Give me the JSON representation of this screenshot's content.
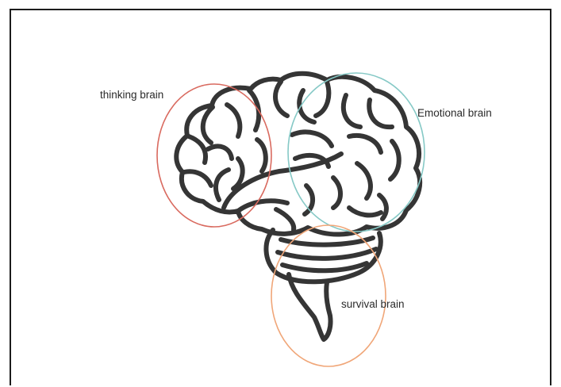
{
  "regions": {
    "thinking": {
      "label": "thinking brain",
      "color": "#d96a5f"
    },
    "emotional": {
      "label": "Emotional brain",
      "color": "#86c9c6"
    },
    "survival": {
      "label": "survival brain",
      "color": "#f0a678"
    }
  },
  "outline_color": "#353535"
}
